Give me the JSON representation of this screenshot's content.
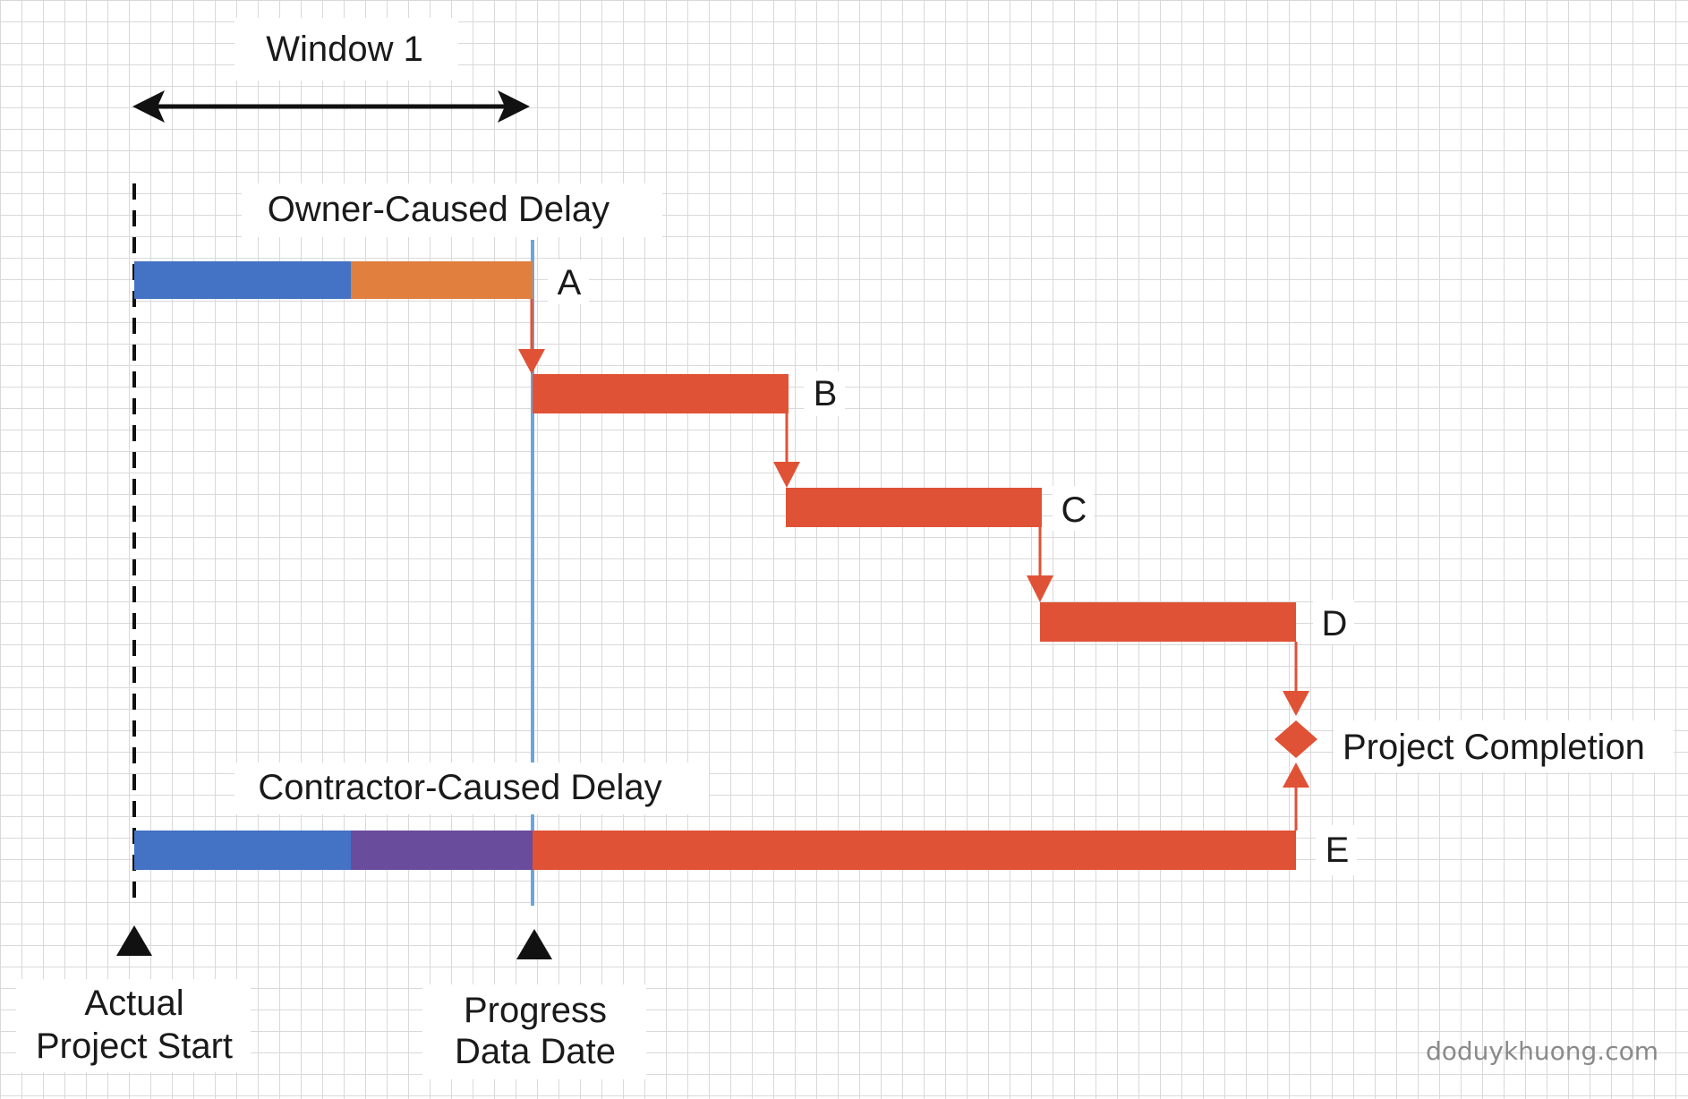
{
  "window": {
    "label": "Window 1"
  },
  "labels": {
    "owner_delay": "Owner-Caused Delay",
    "contractor_delay": "Contractor-Caused Delay",
    "actual_start_line1": "Actual",
    "actual_start_line2": "Project Start",
    "progress_line1": "Progress",
    "progress_line2": "Data Date",
    "completion": "Project Completion"
  },
  "activities": {
    "a": "A",
    "b": "B",
    "c": "C",
    "d": "D",
    "e": "E"
  },
  "colors": {
    "planned": "#4472C4",
    "owner_delay": "#E07F3E",
    "contractor_delay": "#6A4C9C",
    "critical": "#E05235",
    "data_date_line": "#6FA3DC",
    "arrow": "#111111"
  },
  "watermark": "doduykhuong.com"
}
